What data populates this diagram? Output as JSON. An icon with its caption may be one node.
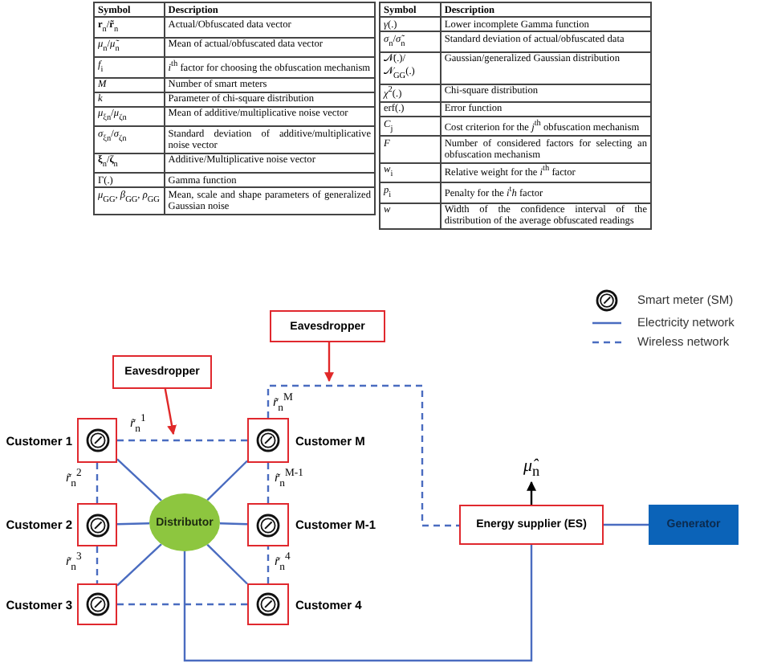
{
  "diagram": {
    "nodes": [
      {
        "text": [
          "Eavesdropper"
        ]
      },
      {
        "text": [
          "Eavesdropper"
        ]
      },
      {
        "text": [],
        "shape": "box",
        "beside": [
          "Customer 1"
        ]
      },
      {
        "text": [],
        "shape": "box",
        "beside": [
          "Customer M"
        ]
      },
      {
        "text": [],
        "shape": "box",
        "beside": [
          "Customer 2"
        ]
      },
      {
        "text": [
          "Distributor"
        ]
      },
      {
        "text": [],
        "shape": "box",
        "beside": [
          "Customer M-1"
        ]
      },
      {
        "text": [],
        "shape": "box",
        "beside": [
          "Customer 3"
        ]
      },
      {
        "text": [],
        "shape": "box",
        "beside": [
          "Customer 4"
        ]
      },
      {
        "text": [
          "Energy supplier (ES)"
        ]
      },
      {
        "text": [
          "Generator"
        ]
      },
      {
        "text": [
          "*μ̂*$_{n}$"
        ]
      }
    ],
    "edges": [
      {
        "from": 0,
        "to": null,
        "arrow": "to",
        "color": "#e02828"
      },
      {
        "from": 1,
        "to": null,
        "arrow": "to",
        "color": "#e02828"
      },
      {
        "from": 2,
        "to": 3,
        "arrow": "none",
        "style": "dashed",
        "label": "*r̃*$_{n}$$^{1}$"
      },
      {
        "from": 2,
        "to": 4,
        "arrow": "none",
        "style": "dashed",
        "label": "*r̃*$_{n}$$^{2}$"
      },
      {
        "from": 4,
        "to": 7,
        "arrow": "none",
        "style": "dashed",
        "label": "*r̃*$_{n}$$^{3}$"
      },
      {
        "from": 7,
        "to": 8,
        "arrow": "none",
        "style": "dashed"
      },
      {
        "from": 8,
        "to": 6,
        "arrow": "none",
        "style": "dashed",
        "label": "*r̃*$_{n}$$^{4}$"
      },
      {
        "from": 6,
        "to": 3,
        "arrow": "none",
        "style": "dashed",
        "label": "*r̃*$_{n}$$^{M-1}$"
      },
      {
        "from": 3,
        "to": 9,
        "arrow": "none",
        "style": "dashed",
        "label": "*r̃*$_{n}$$^{M}$"
      },
      {
        "from": 5,
        "to": 2,
        "arrow": "none"
      },
      {
        "from": 5,
        "to": 4,
        "arrow": "none"
      },
      {
        "from": 5,
        "to": 7,
        "arrow": "none"
      },
      {
        "from": 5,
        "to": 3,
        "arrow": "none"
      },
      {
        "from": 5,
        "to": 6,
        "arrow": "none"
      },
      {
        "from": 5,
        "to": 8,
        "arrow": "none"
      },
      {
        "from": 5,
        "to": 9,
        "arrow": "none"
      },
      {
        "from": 9,
        "to": 10,
        "arrow": "none"
      },
      {
        "from": 9,
        "to": 11,
        "arrow": "to",
        "color": "#000000"
      }
    ],
    "labels": [
      "Symbol",
      "Description",
      "**r**$_{n}$/**r̃**$_{n}$",
      "Actual/Obfuscated data vector",
      "*μ*$_{n}$/*μ̃*$_{n}$",
      "Mean of actual/obfuscated data vector",
      "*f*$_{i}$",
      "*i*$^{th}$ factor for choosing the obfuscation mechanism",
      "*M*",
      "Number of smart meters",
      "*k*",
      "Parameter of chi-square distribution",
      "*μ*$_{ξn}$/*μ*$_{ζn}$",
      "Mean of additive/multiplicative noise vector",
      "*σ*$_{ξn}$/*σ*$_{ζn}$",
      "Standard deviation of additive/multiplicative noise vector",
      "**ξ**$_{n}$/**ζ**$_{n}$",
      "Additive/Multiplicative noise vector",
      "Γ(.)",
      "Gamma function",
      "*μ*$_{GG}$, *β*$_{GG}$, *ρ*$_{GG}$",
      "Mean, scale and shape parameters of generalized Gaussian noise",
      "Symbol",
      "Description",
      "*γ*(.)",
      "Lower incomplete Gamma function",
      "*σ*$_{n}$/*σ̃*$_{n}$",
      "Standard deviation of actual/obfuscated data",
      "𝒩(.)/ 𝒩$_{GG}$(.)",
      "Gaussian/generalized Gaussian distribution",
      "*χ*$^{2}$(.)",
      "Chi-square distribution",
      "erf(.)",
      "Error function",
      "*C*$_{j}$",
      "Cost criterion for the *j*$^{th}$ obfuscation mechanism",
      "*F*",
      "Number of considered factors for selecting an obfuscation mechanism",
      "*w*$_{i}$",
      "Relative weight for the *i*$^{th}$ factor",
      "*p*$_{i}$",
      "Penalty for the *i*$^{t}$*h* factor",
      "*w*",
      "Width of the confidence interval of the distribution of the average obfuscated readings"
    ],
    "legend": [
      {
        "text": "Smart meter (SM)"
      },
      {
        "text": "Electricity network"
      },
      {
        "text": "Wireless network"
      }
    ]
  }
}
